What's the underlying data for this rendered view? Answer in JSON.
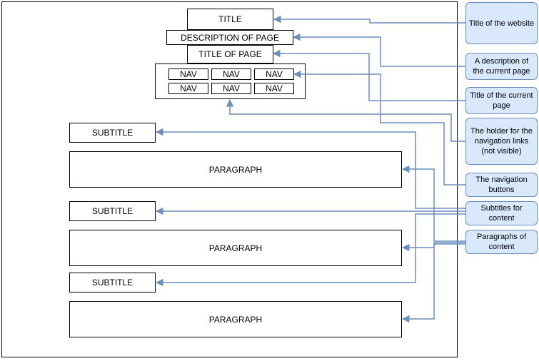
{
  "mockup": {
    "title": "TITLE",
    "description": "DESCRIPTION OF PAGE",
    "page_title": "TITLE OF PAGE",
    "nav_buttons": [
      "NAV",
      "NAV",
      "NAV",
      "NAV",
      "NAV",
      "NAV"
    ],
    "sections": [
      {
        "subtitle": "SUBTITLE",
        "paragraph": "PARAGRAPH"
      },
      {
        "subtitle": "SUBTITLE",
        "paragraph": "PARAGRAPH"
      },
      {
        "subtitle": "SUBTITLE",
        "paragraph": "PARAGRAPH"
      }
    ]
  },
  "annotations": [
    "Title of the website",
    "A description of the current page",
    "Title of the current page",
    "The holder for the navigation links (not visible)",
    "The navigation buttons",
    "Subtitles for content",
    "Paragraphs of content"
  ],
  "colors": {
    "annotation_fill": "#dae8fc",
    "annotation_border": "#6c8ebf",
    "arrow": "#6c8ebf",
    "box_border": "#000000"
  }
}
